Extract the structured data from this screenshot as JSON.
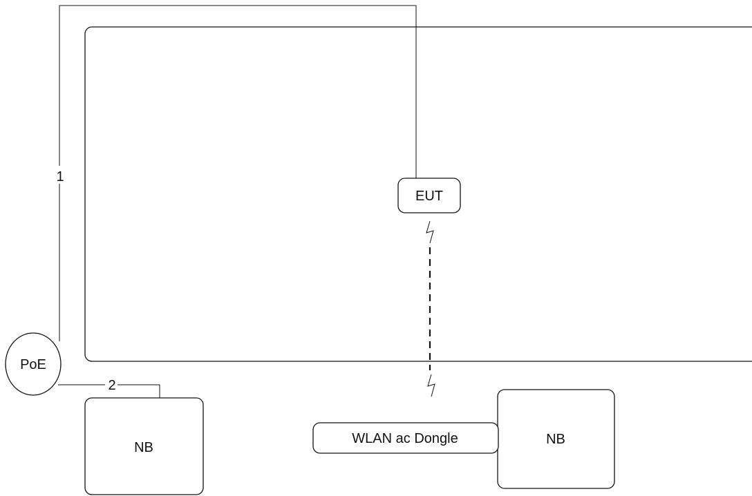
{
  "labels": {
    "eut": "EUT",
    "poe": "PoE",
    "nb_left": "NB",
    "nb_right": "NB",
    "dongle": "WLAN ac Dongle",
    "cable_1": "1",
    "cable_2": "2"
  },
  "colors": {
    "line": "#111111",
    "background": "#ffffff"
  },
  "icons": {
    "wireless": "lightning-bolt-icon"
  }
}
